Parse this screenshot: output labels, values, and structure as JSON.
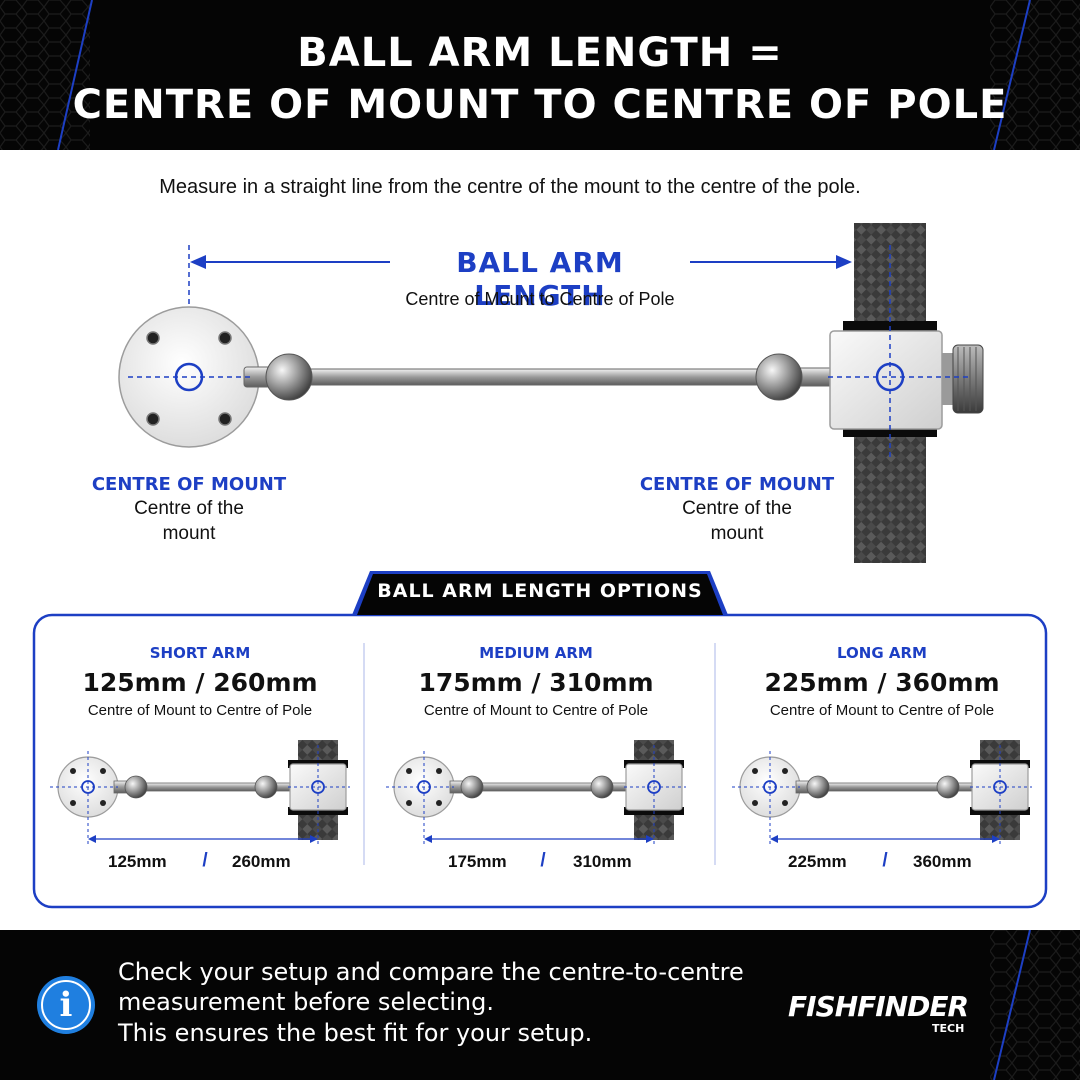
{
  "header": {
    "line1": "BALL ARM LENGTH =",
    "line2": "CENTRE OF MOUNT TO CENTRE OF POLE"
  },
  "intro": "Measure in a straight line from the centre of the mount to the centre of the pole.",
  "diagram": {
    "title": "BALL ARM LENGTH",
    "subtitle": "Centre of Mount to Centre of Pole",
    "left_label_title": "CENTRE OF MOUNT",
    "left_label_line1": "Centre of the",
    "left_label_line2": "mount",
    "right_label_title": "CENTRE OF MOUNT",
    "right_label_line1": "Centre of the",
    "right_label_line2": "mount"
  },
  "options": {
    "tab_label": "BALL ARM LENGTH OPTIONS",
    "items": [
      {
        "name": "SHORT ARM",
        "size": "125mm / 260mm",
        "desc": "Centre of Mount to Centre of Pole",
        "dim_a": "125mm",
        "sep": "/",
        "dim_b": "260mm"
      },
      {
        "name": "MEDIUM ARM",
        "size": "175mm / 310mm",
        "desc": "Centre of Mount to Centre of Pole",
        "dim_a": "175mm",
        "sep": "/",
        "dim_b": "310mm"
      },
      {
        "name": "LONG ARM",
        "size": "225mm / 360mm",
        "desc": "Centre of Mount to Centre of Pole",
        "dim_a": "225mm",
        "sep": "/",
        "dim_b": "360mm"
      }
    ]
  },
  "footer": {
    "line1": "Check your setup and compare the centre-to-centre",
    "line2": "measurement before selecting.",
    "line3": "This ensures the best fit for your setup.",
    "logo_main": "FISHFINDER",
    "logo_sub": "TECH",
    "info_glyph": "i"
  },
  "colors": {
    "accent_blue": "#1d3fc4",
    "dark": "#050505",
    "info_blue": "#1f7fe0"
  }
}
